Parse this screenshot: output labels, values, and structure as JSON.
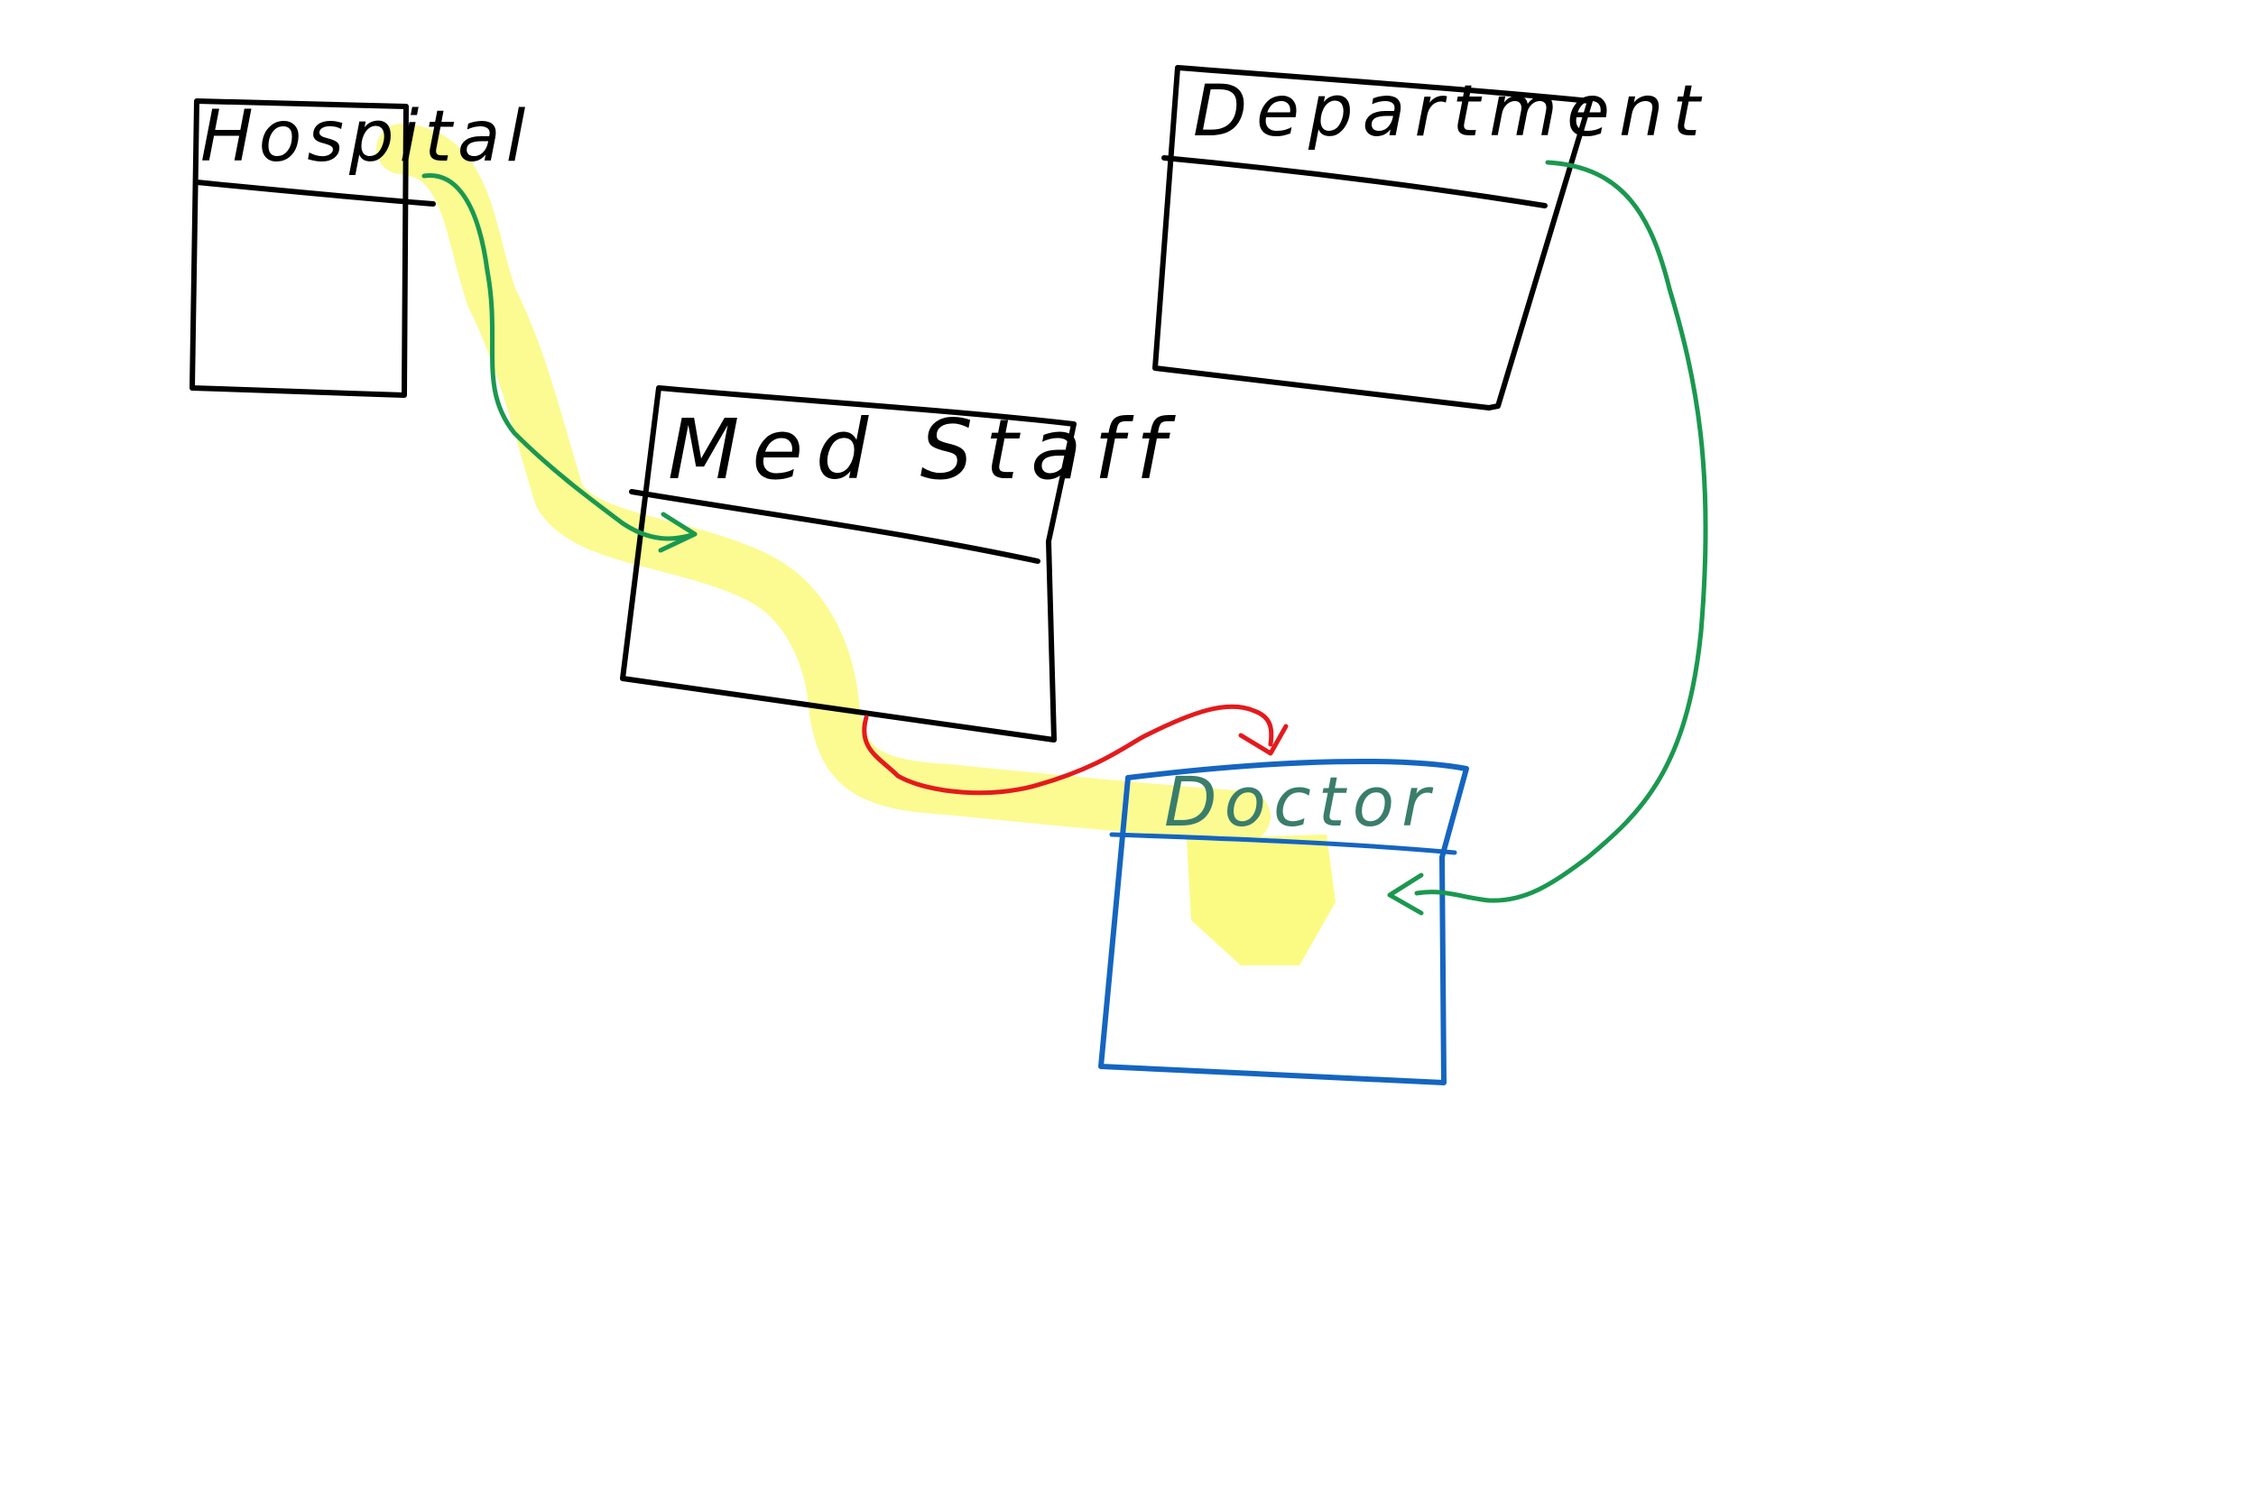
{
  "diagram": {
    "type": "hand-drawn class diagram sketch",
    "classes": [
      {
        "id": "hospital",
        "name": "Hospital",
        "stroke": "#000000"
      },
      {
        "id": "department",
        "name": "Department",
        "stroke": "#000000"
      },
      {
        "id": "medstaff",
        "name": "Med Staff",
        "stroke": "#000000"
      },
      {
        "id": "doctor",
        "name": "Doctor",
        "stroke": "#1565c0",
        "name_color": "#3a7d6b"
      }
    ],
    "connectors": [
      {
        "from": "Hospital",
        "to": "Med Staff",
        "color": "#1a9850",
        "arrow": "open"
      },
      {
        "from": "Department",
        "to": "Doctor",
        "color": "#1a9850",
        "arrow": "open"
      },
      {
        "from": "Med Staff",
        "to": "Doctor",
        "color": "#e41a1c",
        "arrow": "open"
      }
    ],
    "highlight": {
      "color": "#fafa6e",
      "path": [
        "Hospital",
        "Med Staff",
        "Doctor"
      ]
    }
  }
}
